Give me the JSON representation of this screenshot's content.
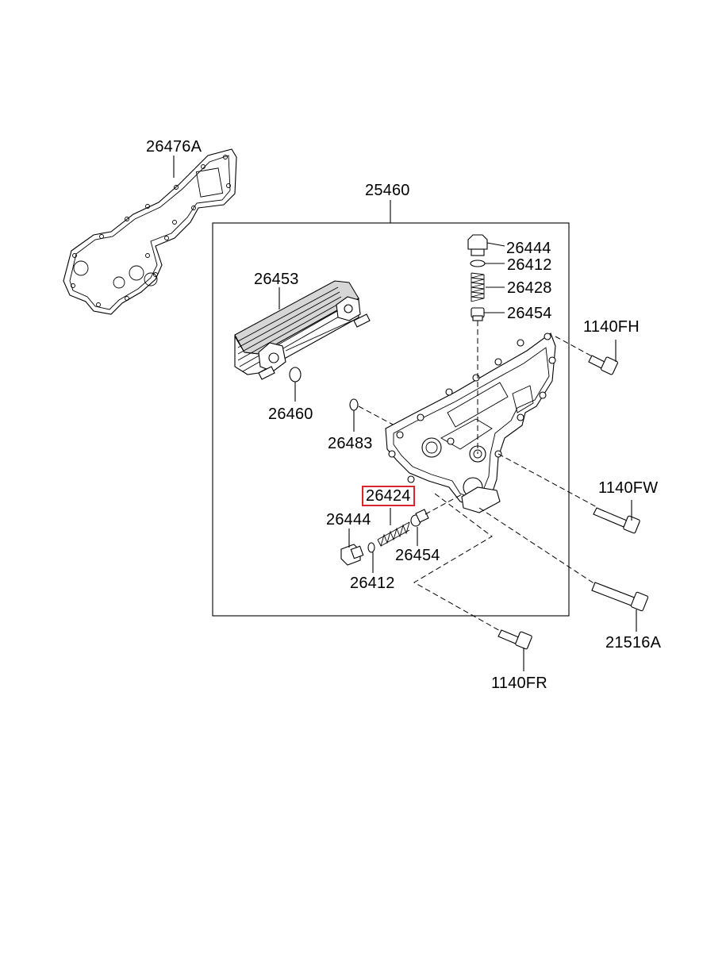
{
  "diagram": {
    "labels": [
      {
        "key": "gasket",
        "text": "26476A"
      },
      {
        "key": "assembly",
        "text": "25460"
      },
      {
        "key": "cooler",
        "text": "26453"
      },
      {
        "key": "oring_cooler",
        "text": "26460"
      },
      {
        "key": "oring_housing",
        "text": "26483"
      },
      {
        "key": "plug_top",
        "text": "26444"
      },
      {
        "key": "gasket_top",
        "text": "26412"
      },
      {
        "key": "spring_top",
        "text": "26428"
      },
      {
        "key": "valve_top",
        "text": "26454"
      },
      {
        "key": "bolt_fh",
        "text": "1140FH"
      },
      {
        "key": "bolt_fw",
        "text": "1140FW"
      },
      {
        "key": "spring_highlight",
        "text": "26424"
      },
      {
        "key": "plug_bottom",
        "text": "26444"
      },
      {
        "key": "valve_bottom",
        "text": "26454"
      },
      {
        "key": "gasket_bottom",
        "text": "26412"
      },
      {
        "key": "bolt_21516a",
        "text": "21516A"
      },
      {
        "key": "bolt_fr",
        "text": "1140FR"
      }
    ],
    "highlight_color": "#d9262c"
  }
}
